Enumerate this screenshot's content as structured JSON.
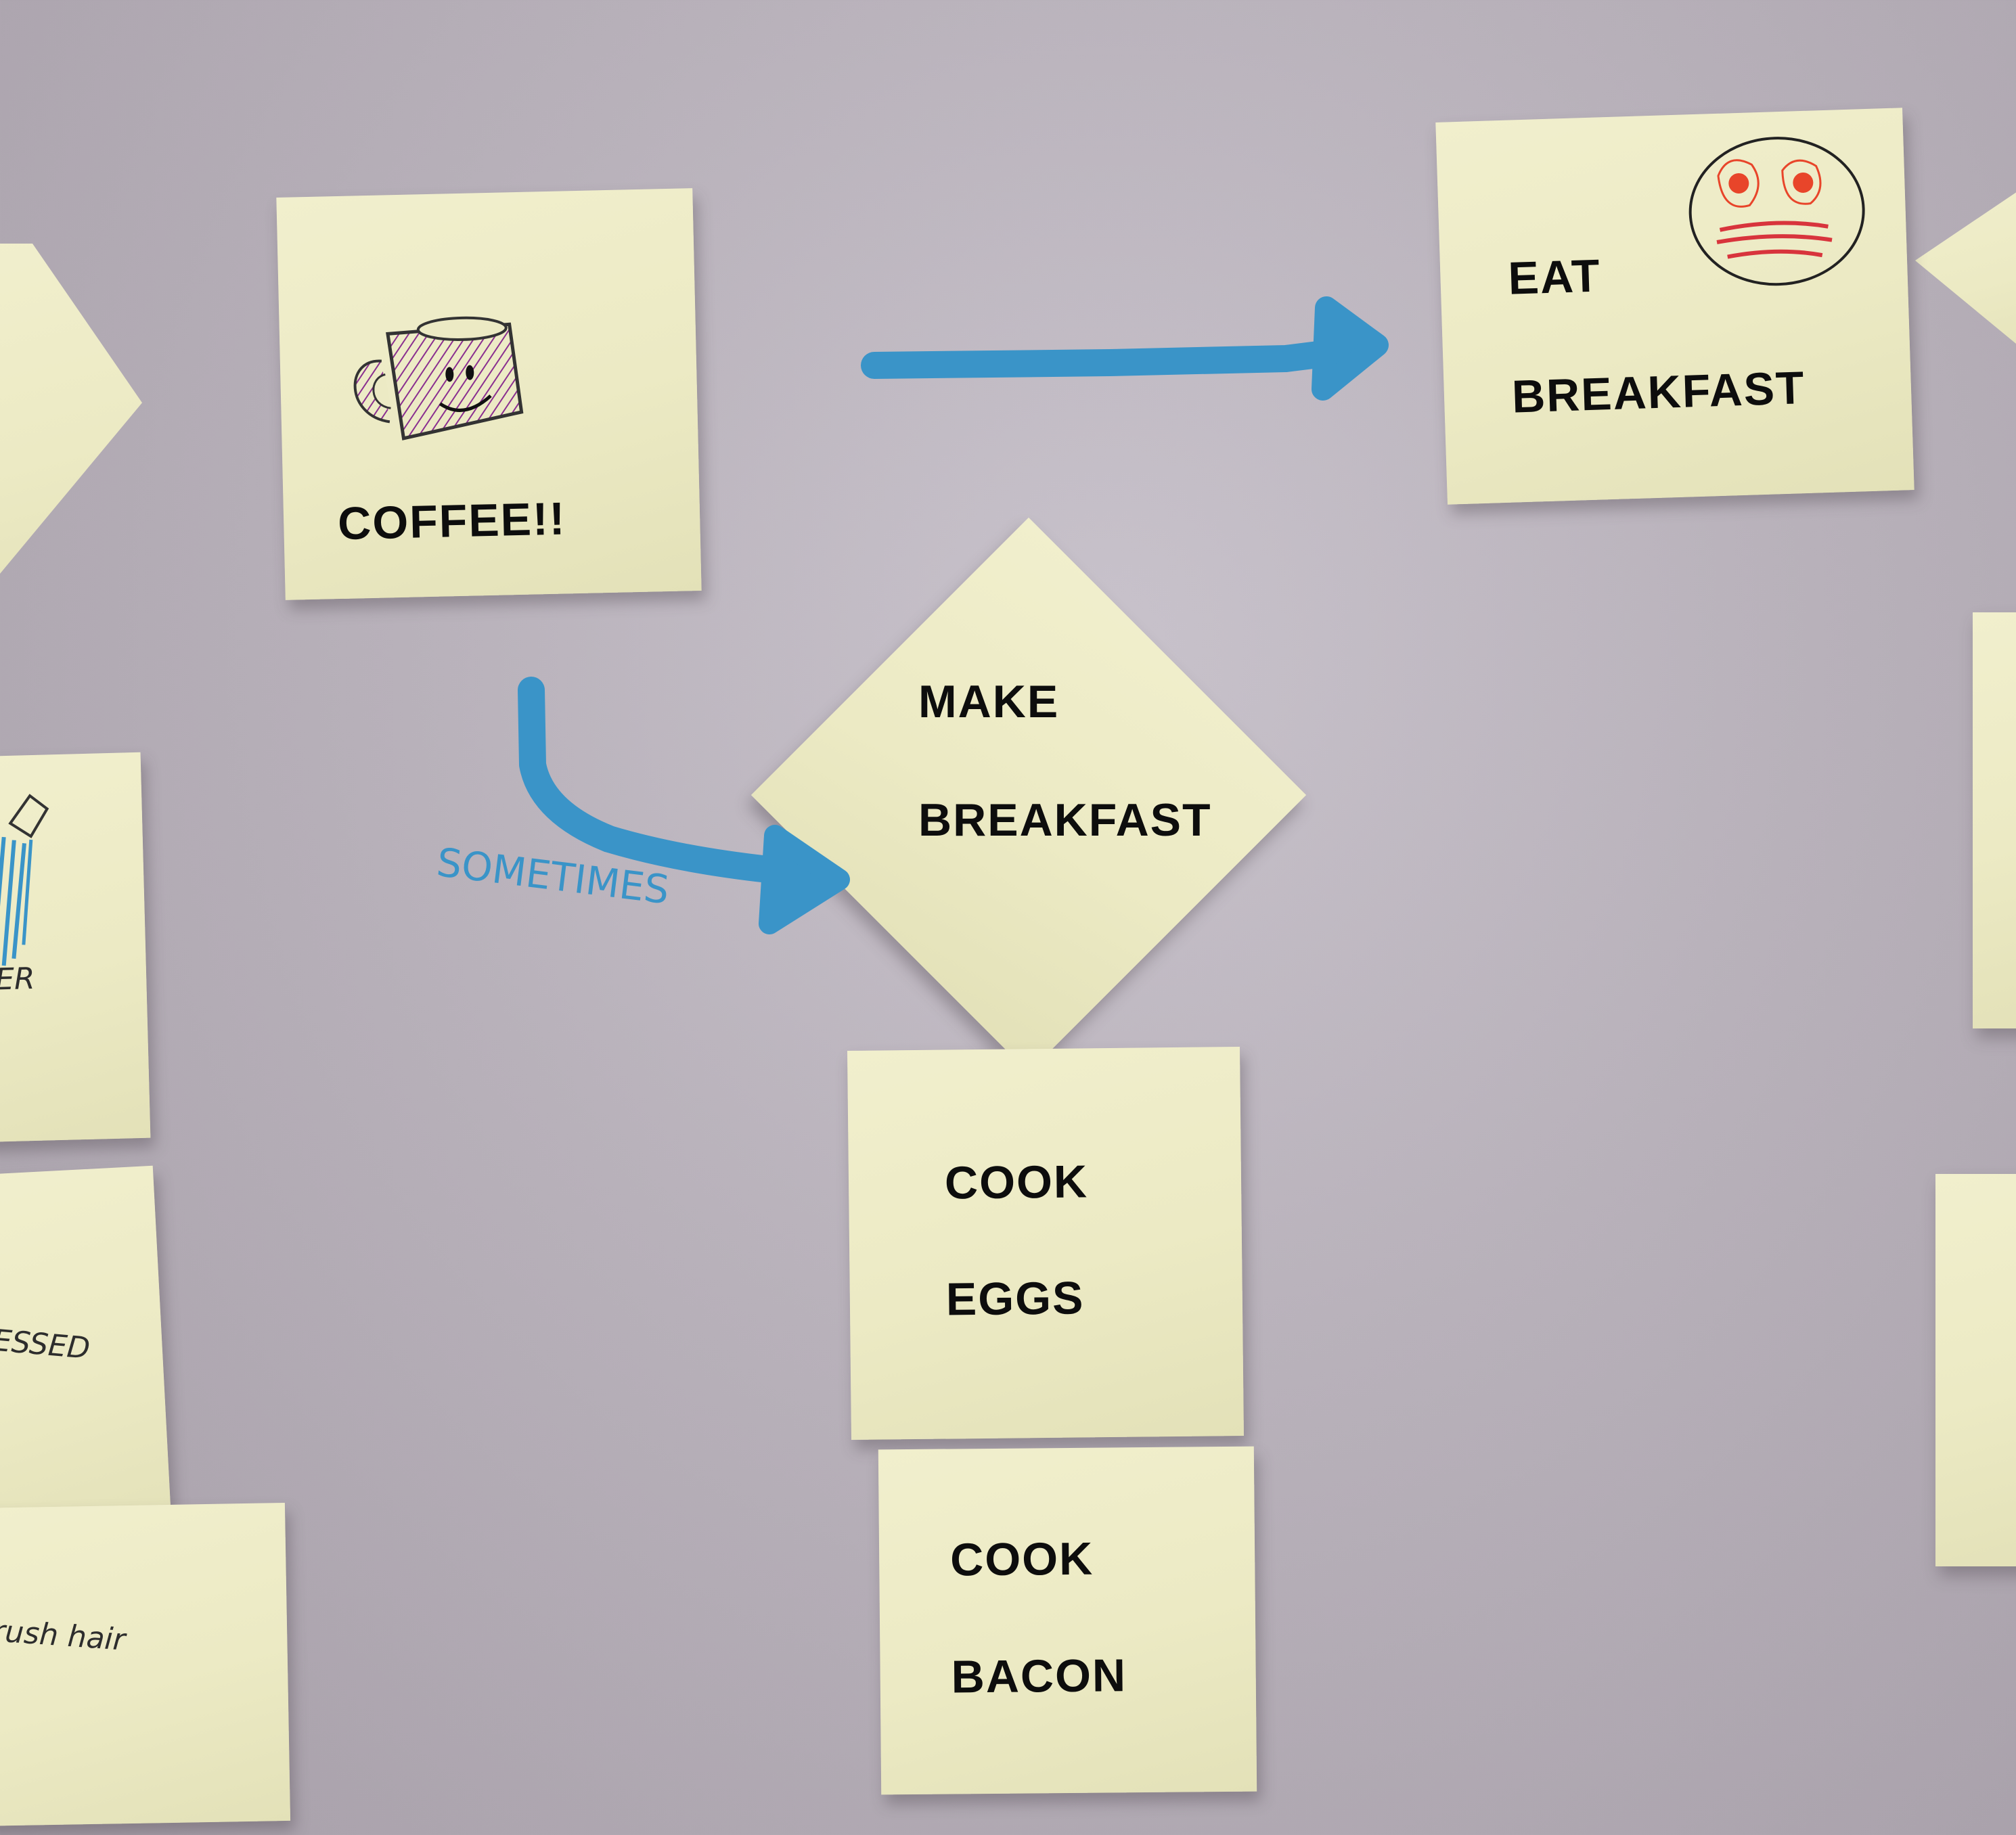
{
  "notes": {
    "coffee": {
      "text": "COFFEE!!",
      "drawing": "coffee-mug-drawing"
    },
    "eat_breakfast": {
      "line1": "EAT",
      "line2": "BREAKFAST",
      "drawing": "egg-bacon-face-drawing"
    },
    "make_breakfast": {
      "line1": "MAKE",
      "line2": "BREAKFAST"
    },
    "cook_eggs": {
      "line1": "COOK",
      "line2": "EGGS"
    },
    "cook_bacon": {
      "line1": "COOK",
      "line2": "BACON"
    }
  },
  "partial_notes": {
    "shower": "ER",
    "dressed": "ESSED",
    "brush_hair": "rush hair"
  },
  "annotations": {
    "sometimes": "SOMETIMES"
  },
  "colors": {
    "arrow": "#3a94c8",
    "note": "#eceac4",
    "mug": "#8a2f8f",
    "egg_yolk": "#e8452a",
    "bacon": "#d8343c"
  }
}
